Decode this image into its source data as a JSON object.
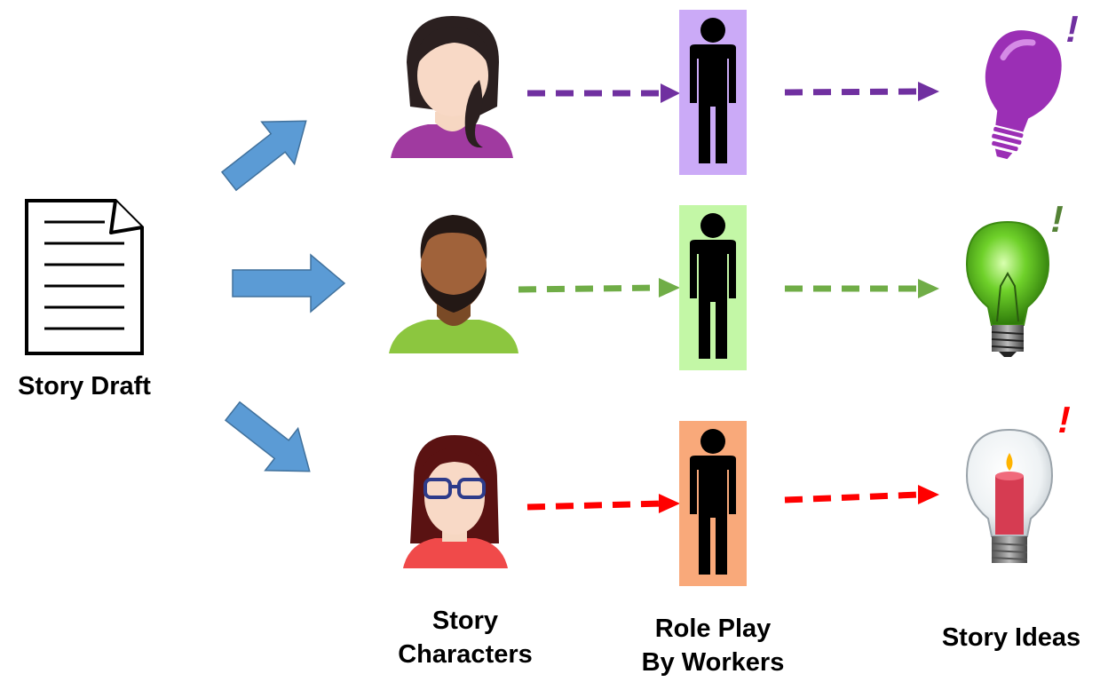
{
  "labels": {
    "draft": "Story Draft",
    "characters_line1": "Story",
    "characters_line2": "Characters",
    "workers_line1": "Role Play",
    "workers_line2": "By Workers",
    "ideas": "Story Ideas"
  },
  "exclamation": "!",
  "colors": {
    "blue_arrow": "#5b9bd5",
    "purple": "#7030a0",
    "green": "#70ad47",
    "red": "#ff0000",
    "worker_box_purple": "#cbaaf7",
    "worker_box_green": "#c3f7a6",
    "worker_box_orange": "#f9a97a"
  },
  "rows": [
    {
      "character": "woman-braid",
      "worker_box": "purple",
      "idea": "purple-lightbulb"
    },
    {
      "character": "bearded-man",
      "worker_box": "green",
      "idea": "green-lightbulb"
    },
    {
      "character": "woman-glasses",
      "worker_box": "orange",
      "idea": "candle-lightbulb"
    }
  ]
}
